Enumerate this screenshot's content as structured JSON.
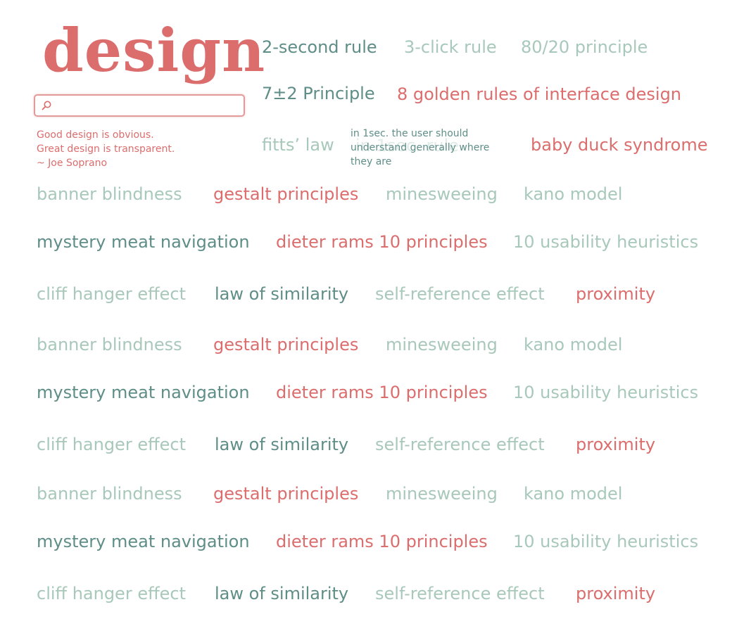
{
  "header": {
    "logo": "design",
    "search": {
      "value": "",
      "placeholder": ""
    },
    "quote": [
      "Good design is obvious.",
      "Great design is transparent.",
      "~ Joe Soprano"
    ]
  },
  "note": {
    "text": "in 1sec. the user should understand generally where they are",
    "hidden_term": "in 1sec. rule"
  },
  "colors": {
    "teal": "#5e8e87",
    "mint": "#a8c8bb",
    "red": "#dc6d6d"
  },
  "terms": {
    "top": [
      {
        "label": "2-second rule",
        "tone": "teal"
      },
      {
        "label": "3-click rule",
        "tone": "mint"
      },
      {
        "label": "80/20 principle",
        "tone": "mint"
      },
      {
        "label": "7±2 Principle",
        "tone": "teal"
      },
      {
        "label": "8 golden rules of interface design",
        "tone": "red"
      },
      {
        "label": "fitts’ law",
        "tone": "mint"
      },
      {
        "label": "baby duck syndrome",
        "tone": "red"
      }
    ],
    "rows": [
      [
        {
          "label": "banner blindness",
          "tone": "mint"
        },
        {
          "label": "gestalt principles",
          "tone": "red"
        },
        {
          "label": "minesweeing",
          "tone": "mint"
        },
        {
          "label": "kano model",
          "tone": "mint"
        }
      ],
      [
        {
          "label": "mystery meat navigation",
          "tone": "teal"
        },
        {
          "label": "dieter rams 10 principles",
          "tone": "red"
        },
        {
          "label": "10 usability heuristics",
          "tone": "mint"
        }
      ],
      [
        {
          "label": "cliff hanger effect",
          "tone": "mint"
        },
        {
          "label": "law of similarity",
          "tone": "teal"
        },
        {
          "label": "self-reference effect",
          "tone": "mint"
        },
        {
          "label": "proximity",
          "tone": "red"
        }
      ],
      [
        {
          "label": "banner blindness",
          "tone": "mint"
        },
        {
          "label": "gestalt principles",
          "tone": "red"
        },
        {
          "label": "minesweeing",
          "tone": "mint"
        },
        {
          "label": "kano model",
          "tone": "mint"
        }
      ],
      [
        {
          "label": "mystery meat navigation",
          "tone": "teal"
        },
        {
          "label": "dieter rams 10 principles",
          "tone": "red"
        },
        {
          "label": "10 usability heuristics",
          "tone": "mint"
        }
      ],
      [
        {
          "label": "cliff hanger effect",
          "tone": "mint"
        },
        {
          "label": "law of similarity",
          "tone": "teal"
        },
        {
          "label": "self-reference effect",
          "tone": "mint"
        },
        {
          "label": "proximity",
          "tone": "red"
        }
      ],
      [
        {
          "label": "banner blindness",
          "tone": "mint"
        },
        {
          "label": "gestalt principles",
          "tone": "red"
        },
        {
          "label": "minesweeing",
          "tone": "mint"
        },
        {
          "label": "kano model",
          "tone": "mint"
        }
      ],
      [
        {
          "label": "mystery meat navigation",
          "tone": "teal"
        },
        {
          "label": "dieter rams 10 principles",
          "tone": "red"
        },
        {
          "label": "10 usability heuristics",
          "tone": "mint"
        }
      ],
      [
        {
          "label": "cliff hanger effect",
          "tone": "mint"
        },
        {
          "label": "law of similarity",
          "tone": "teal"
        },
        {
          "label": "self-reference effect",
          "tone": "mint"
        },
        {
          "label": "proximity",
          "tone": "red"
        }
      ]
    ]
  }
}
